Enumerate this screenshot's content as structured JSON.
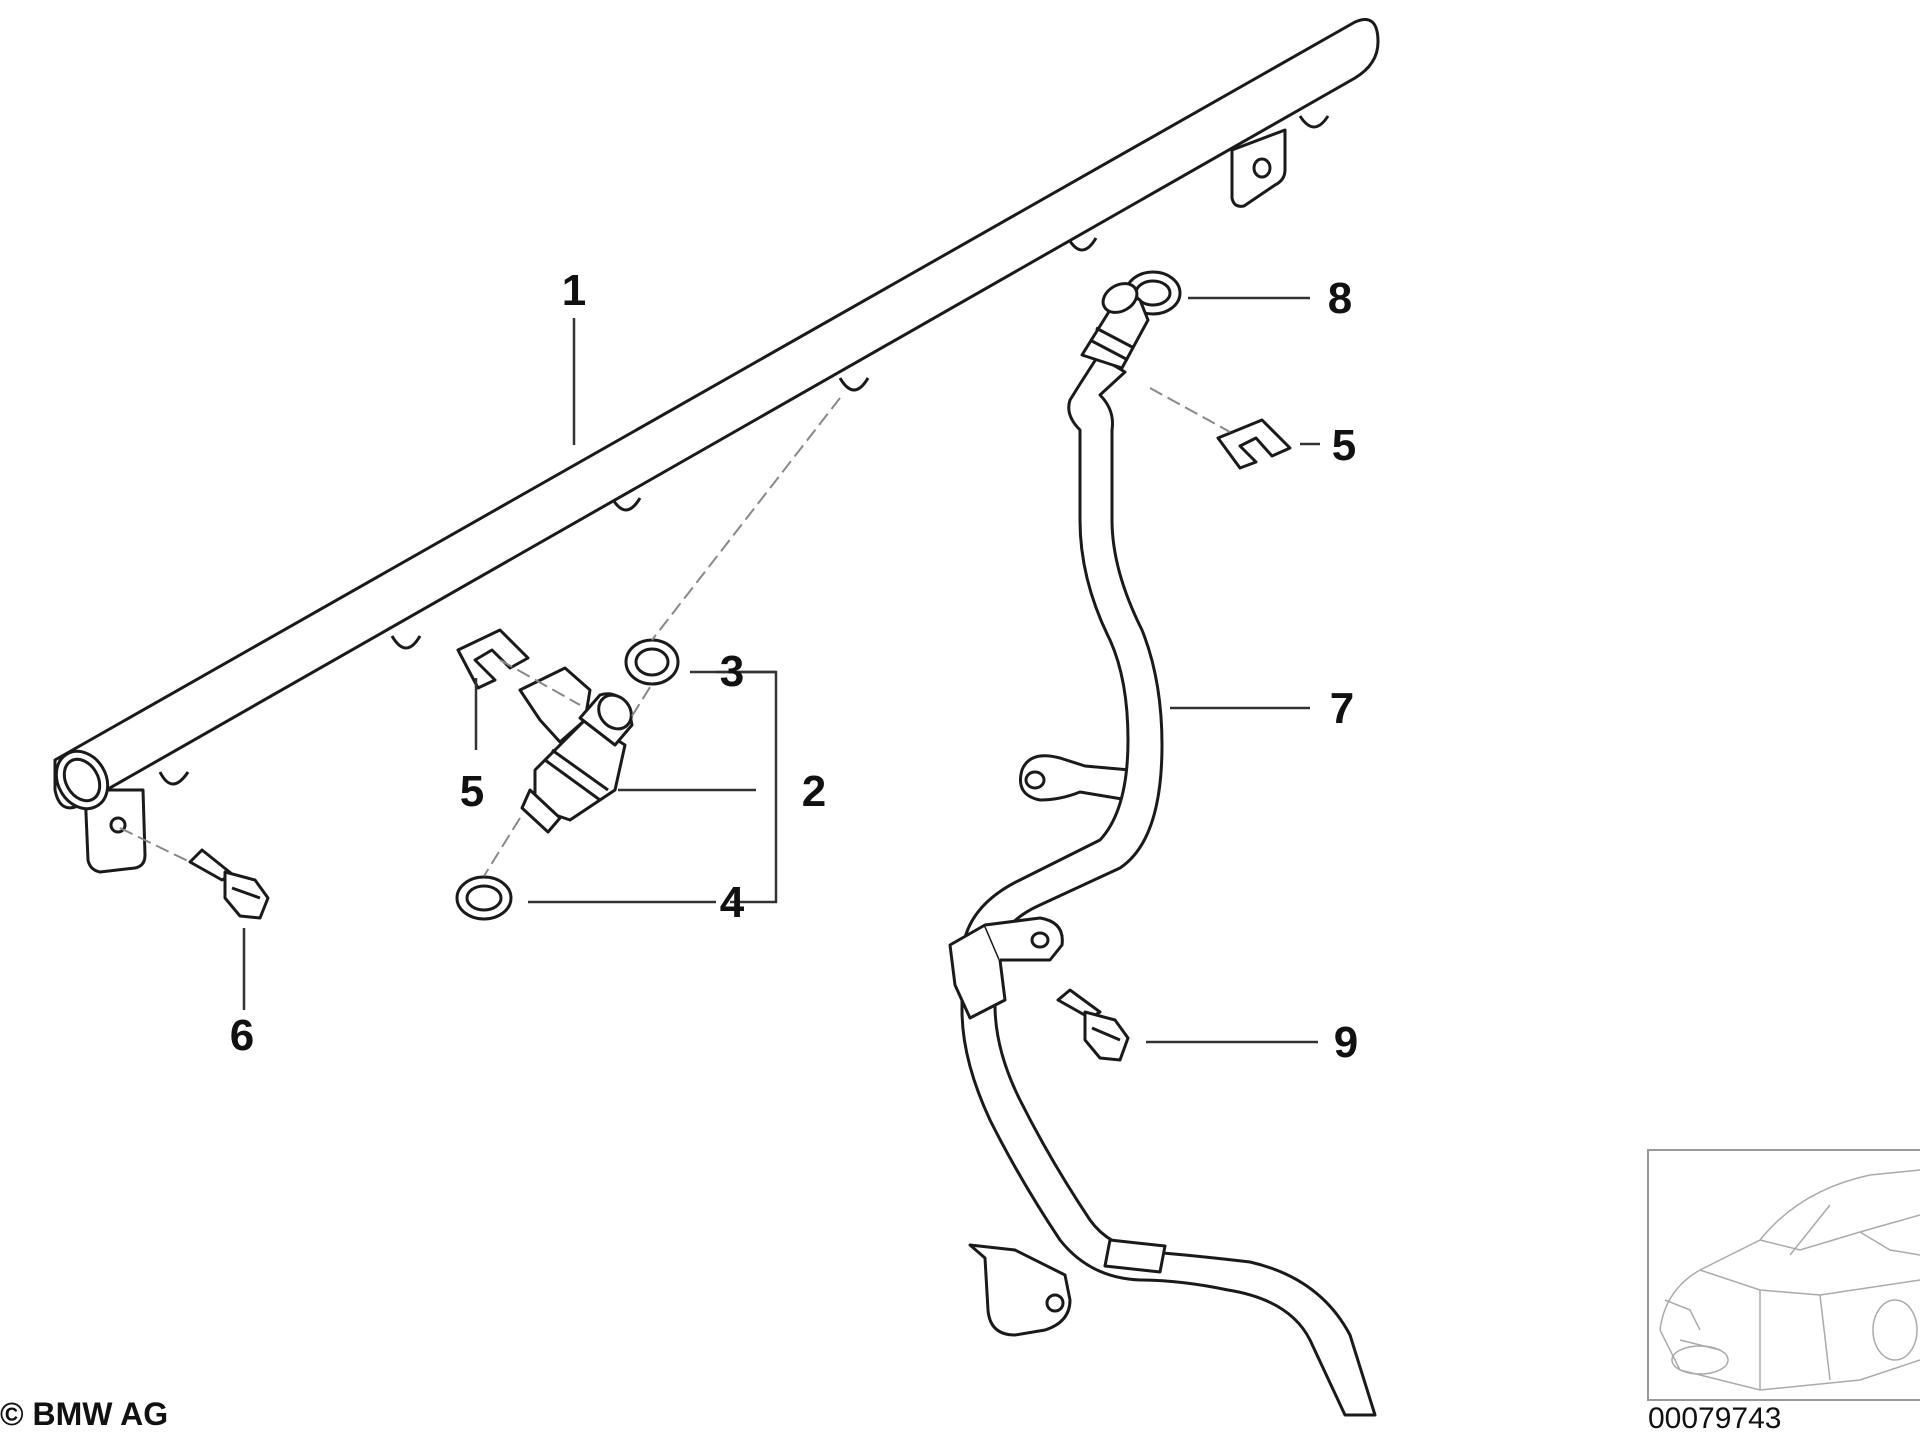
{
  "diagram": {
    "callouts": {
      "c1": "1",
      "c2": "2",
      "c3": "3",
      "c4": "4",
      "c5a": "5",
      "c5b": "5",
      "c6": "6",
      "c7": "7",
      "c8": "8",
      "c9": "9"
    },
    "copyright": "© BMW AG",
    "image_number": "00079743"
  },
  "colors": {
    "line": "#1a1a1a",
    "fill": "#ffffff",
    "leader": "#333333"
  }
}
